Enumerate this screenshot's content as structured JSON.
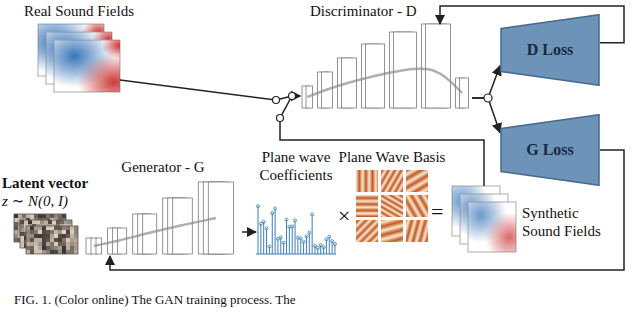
{
  "diagram": {
    "caption": "FIG. 1. (Color online) The GAN training process. The",
    "nodes": [
      {
        "text": [
          "Real Sound Fields"
        ]
      },
      {
        "text": [
          "Discriminator - D"
        ]
      },
      {
        "text": [
          "D Loss"
        ]
      },
      {
        "text": [
          "G Loss"
        ]
      },
      {
        "text": [
          "Latent vector",
          "z ∼ N(0, I)"
        ]
      },
      {
        "text": [
          "Generator - G"
        ]
      },
      {
        "text": [
          "Plane wave Coefficients"
        ]
      },
      {
        "text": [
          "Plane Wave Basis"
        ]
      },
      {
        "text": [
          "Synthetic Sound Fields"
        ]
      }
    ],
    "edges": [
      {
        "from": 0,
        "to": 1,
        "arrow": "to"
      },
      {
        "from": 8,
        "to": 1,
        "arrow": "to"
      },
      {
        "from": 1,
        "to": 2,
        "arrow": "to"
      },
      {
        "from": 1,
        "to": 3,
        "arrow": "to"
      },
      {
        "from": 2,
        "to": 1,
        "arrow": "to"
      },
      {
        "from": 3,
        "to": 5,
        "arrow": "to"
      },
      {
        "from": 5,
        "to": 6,
        "arrow": "to"
      }
    ],
    "labels": [
      "×",
      "="
    ]
  }
}
